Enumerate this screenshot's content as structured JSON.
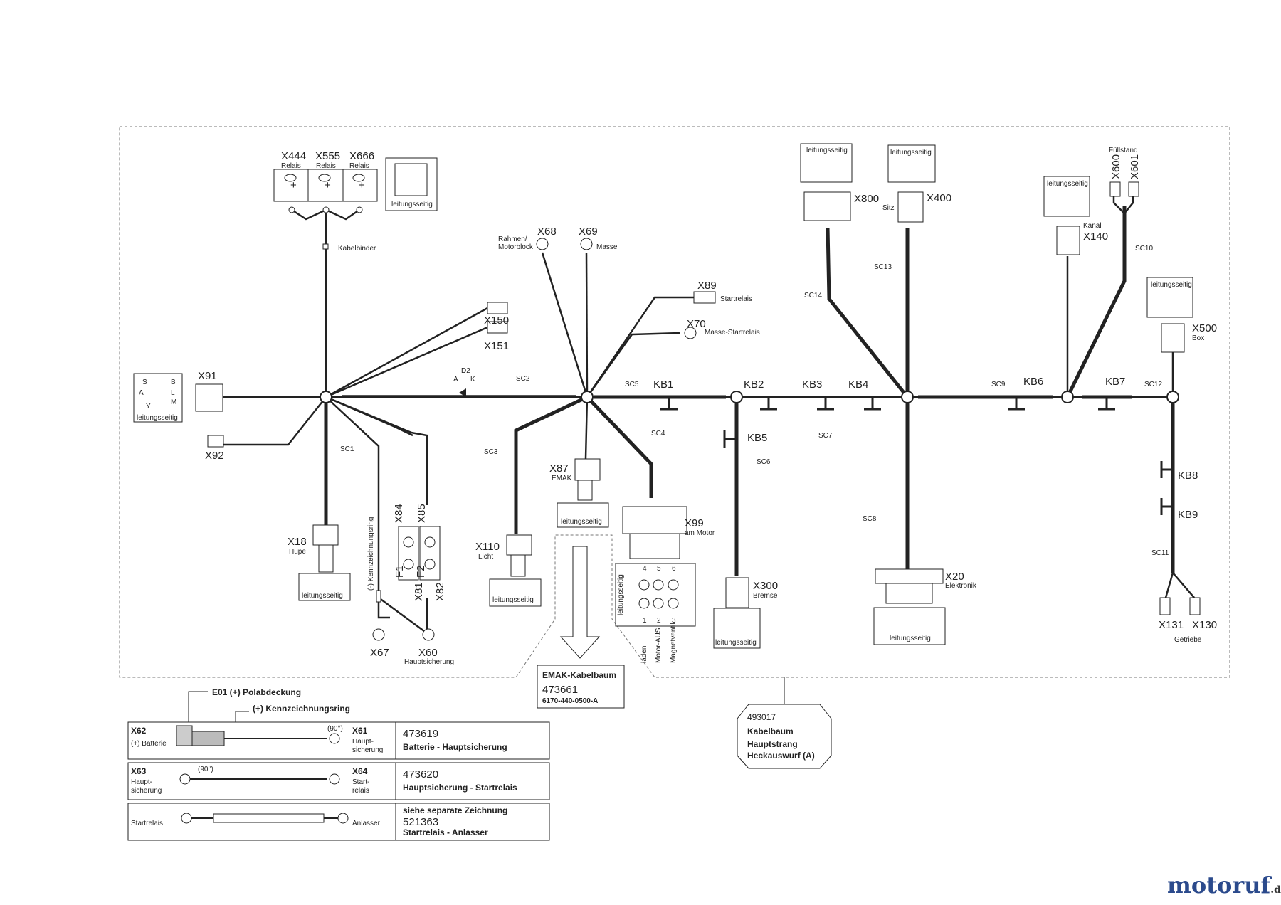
{
  "connectors": {
    "x444": "X444",
    "x555": "X555",
    "x666": "X666",
    "relais": "Relais",
    "x91": "X91",
    "x92": "X92",
    "x150": "X150",
    "x151": "X151",
    "x68": "X68",
    "x69": "X69",
    "rahmen": "Rahmen/",
    "motorblock": "Motorblock",
    "masse": "Masse",
    "x89": "X89",
    "startrelais": "Startrelais",
    "x70": "X70",
    "masse_startrelais": "Masse-Startrelais",
    "d2": "D2",
    "a": "A",
    "k": "K",
    "x18": "X18",
    "hupe": "Hupe",
    "x67": "X67",
    "kennzeichnungsring": "(-) Kennzeichnungsring",
    "x84": "X84",
    "x85": "X85",
    "x81": "X81",
    "x82": "X82",
    "f1": "F1",
    "f2": "F2",
    "x60": "X60",
    "hauptsicherung": "Hauptsicherung",
    "x110": "X110",
    "licht": "Licht",
    "x87": "X87",
    "emak": "EMAK",
    "x99": "X99",
    "am_motor": "am Motor",
    "laden": "laden",
    "motor_aus": "Motor-AUS",
    "magnetventil": "Magnetventil",
    "p4": "4",
    "p5": "5",
    "p6": "6",
    "p1": "1",
    "p2": "2",
    "p3": "3",
    "x800": "X800",
    "x400": "X400",
    "sitz": "Sitz",
    "x140": "X140",
    "kanal": "Kanal",
    "fuellstand": "Füllstand",
    "x600": "X600",
    "x601": "X601",
    "x500": "X500",
    "box": "Box",
    "x300": "X300",
    "bremse": "Bremse",
    "x20": "X20",
    "elektronik": "Elektronik",
    "x131": "X131",
    "x130": "X130",
    "getriebe": "Getriebe",
    "kabelbinder": "Kabelbinder",
    "leitungsseitig": "leitungsseitig",
    "s": "S",
    "b": "B",
    "l": "L",
    "m": "M",
    "y": "Y"
  },
  "splices": {
    "kb1": "KB1",
    "kb2": "KB2",
    "kb3": "KB3",
    "kb4": "KB4",
    "kb5": "KB5",
    "kb6": "KB6",
    "kb7": "KB7",
    "kb8": "KB8",
    "kb9": "KB9"
  },
  "segments": {
    "sc1": "SC1",
    "sc2": "SC2",
    "sc3": "SC3",
    "sc4": "SC4",
    "sc5": "SC5",
    "sc6": "SC6",
    "sc7": "SC7",
    "sc8": "SC8",
    "sc9": "SC9",
    "sc10": "SC10",
    "sc11": "SC11",
    "sc12": "SC12",
    "sc13": "SC13",
    "sc14": "SC14"
  },
  "emak_box": {
    "title": "EMAK-Kabelbaum",
    "number": "473661",
    "code": "6170-440-0500-A"
  },
  "main_box": {
    "number": "493017",
    "line1": "Kabelbaum",
    "line2": "Hauptstrang",
    "line3": "Heckauswurf (A)"
  },
  "legend": {
    "e01": "E01 (+) Polabdeckung",
    "ring": "(+) Kennzeichnungsring",
    "deg90": "(90°)",
    "rows": [
      {
        "left_code": "X62",
        "left_desc": "(+) Batterie",
        "right_code": "X61",
        "right_desc1": "Haupt-",
        "right_desc2": "sicherung",
        "pre": "",
        "part": "473619",
        "desc": "Batterie - Hauptsicherung"
      },
      {
        "left_code": "X63",
        "left_desc1": "Haupt-",
        "left_desc2": "sicherung",
        "right_code": "X64",
        "right_desc1": "Start-",
        "right_desc2": "relais",
        "pre": "",
        "part": "473620",
        "desc": "Hauptsicherung - Startrelais"
      },
      {
        "left_desc": "Startrelais",
        "right_desc": "Anlasser",
        "pre": "siehe separate Zeichnung",
        "part": "521363",
        "desc": "Startrelais - Anlasser"
      }
    ]
  },
  "logo": {
    "main": "motoruf",
    "suffix": ".de"
  },
  "colors": {
    "wire": "#222222",
    "logo_blue": "#2b4a8c",
    "logo_orange": "#e07b1a",
    "line": "#333333"
  }
}
